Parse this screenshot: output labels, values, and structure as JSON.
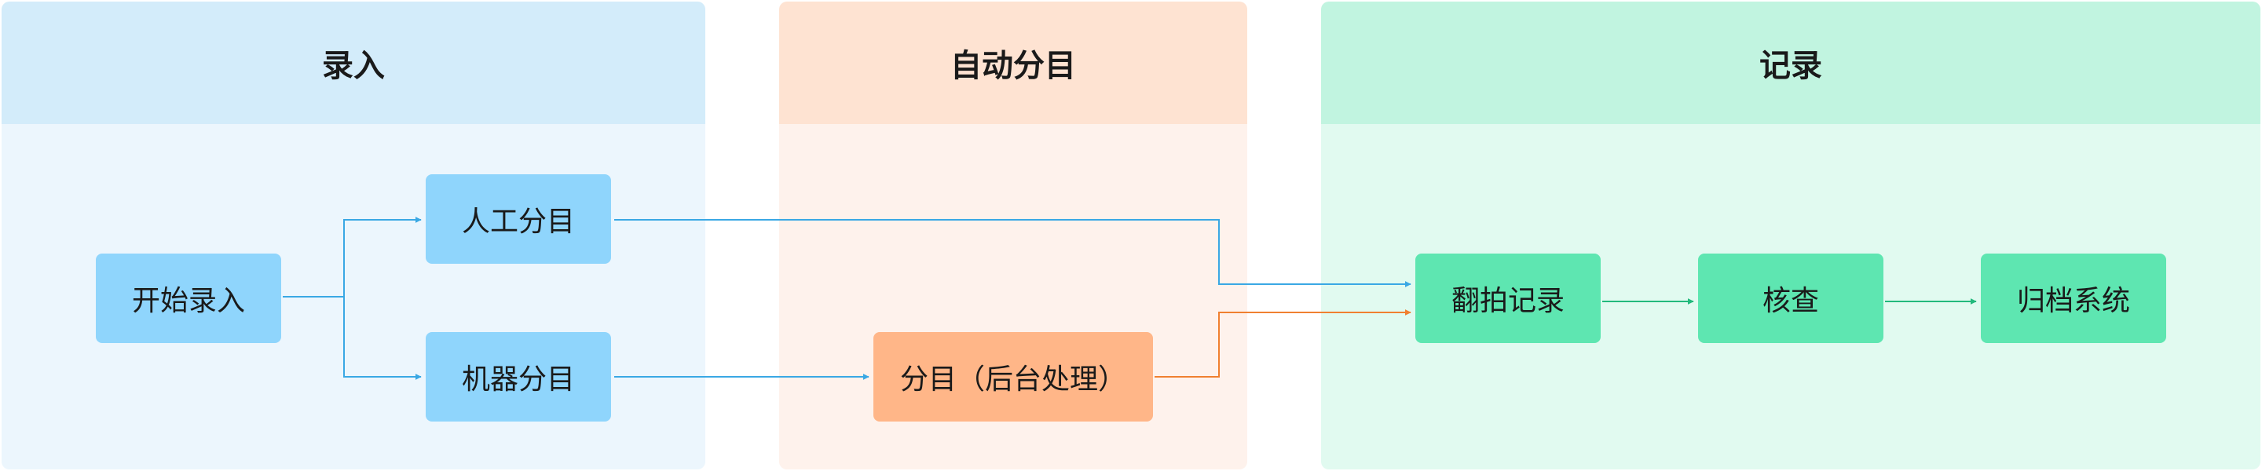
{
  "lanes": {
    "entry": "录入",
    "auto": "自动分目",
    "record": "记录"
  },
  "nodes": {
    "start_entry": "开始录入",
    "manual_catalog": "人工分目",
    "machine_catalog": "机器分目",
    "background_catalog": "分目（后台处理）",
    "photo_record": "翻拍记录",
    "verify": "核查",
    "archive": "归档系统"
  },
  "colors": {
    "blue_arrow": "#3aa8e4",
    "orange_arrow": "#f08030",
    "green_arrow": "#22b97c"
  }
}
